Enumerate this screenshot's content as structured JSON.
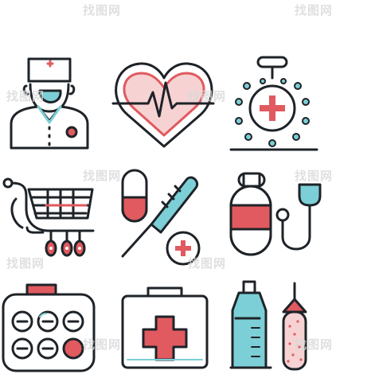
{
  "watermark_text": "找图网",
  "colors": {
    "outline": "#1e2328",
    "red": "#e05a5f",
    "teal": "#7ccfd6",
    "light_red": "#f2b7b9",
    "light_teal": "#d8f1f3",
    "white": "#ffffff"
  },
  "icons": [
    {
      "id": "doctor",
      "name": "doctor-icon"
    },
    {
      "id": "heartbeat",
      "name": "heartbeat-icon"
    },
    {
      "id": "pill-box",
      "name": "medicine-bottle-icon"
    },
    {
      "id": "shopping-cart",
      "name": "shopping-cart-icon"
    },
    {
      "id": "capsule-thermometer",
      "name": "capsule-thermometer-icon"
    },
    {
      "id": "stethoscope",
      "name": "stethoscope-icon"
    },
    {
      "id": "pill-case",
      "name": "pill-case-icon"
    },
    {
      "id": "first-aid-kit",
      "name": "first-aid-kit-icon"
    },
    {
      "id": "tube-and-vial",
      "name": "tube-vial-icon"
    }
  ]
}
